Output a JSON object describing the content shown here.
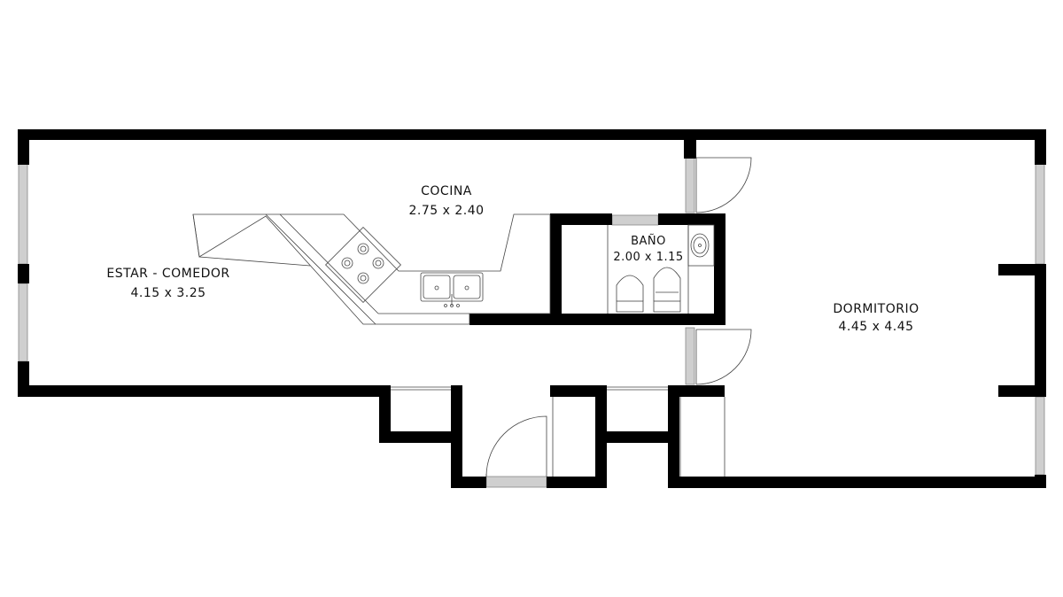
{
  "rooms": {
    "cocina": {
      "name": "COCINA",
      "dims": "2.75 x 2.40"
    },
    "estar_comedor": {
      "name": "ESTAR - COMEDOR",
      "dims": "4.15 x 3.25"
    },
    "bano": {
      "name": "BAÑO",
      "dims": "2.00 x 1.15"
    },
    "dormitorio": {
      "name": "DORMITORIO",
      "dims": "4.45 x 4.45"
    }
  },
  "colors": {
    "wall": "#000000",
    "window_glass": "#cfcfcf",
    "fixture_line": "#444444",
    "background": "#ffffff"
  }
}
